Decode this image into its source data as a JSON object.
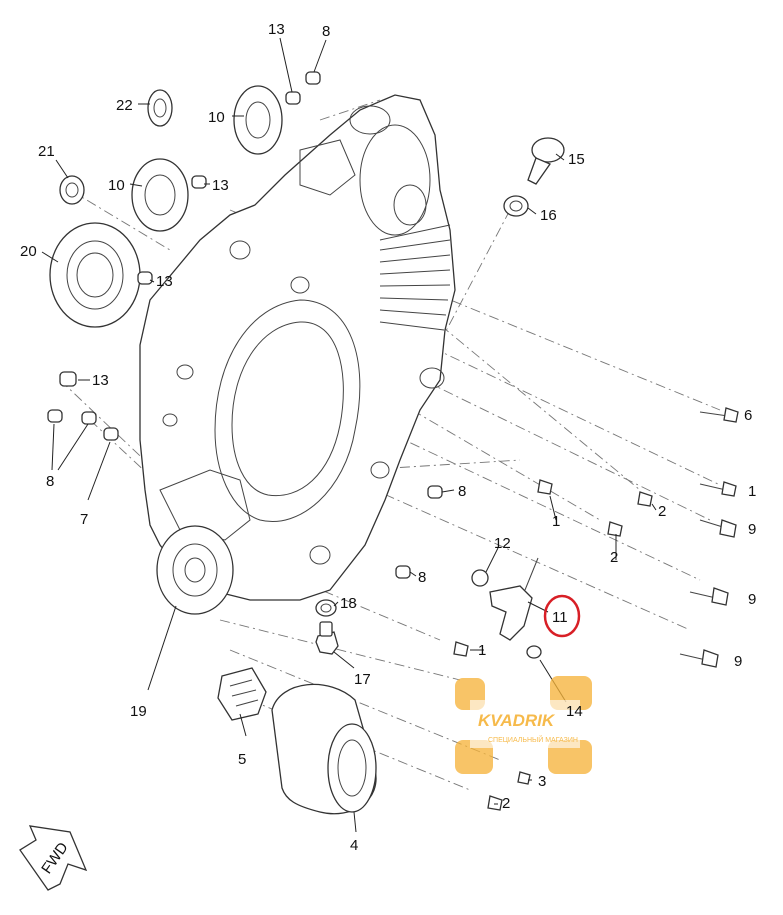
{
  "callouts": {
    "c1a": "1",
    "c1b": "1",
    "c1c": "1",
    "c2a": "2",
    "c2b": "2",
    "c2c": "2",
    "c3": "3",
    "c4": "4",
    "c5": "5",
    "c6": "6",
    "c7": "7",
    "c8a": "8",
    "c8b": "8",
    "c8c": "8",
    "c8d": "8",
    "c9a": "9",
    "c9b": "9",
    "c9c": "9",
    "c10a": "10",
    "c10b": "10",
    "c11": "11",
    "c12": "12",
    "c13a": "13",
    "c13b": "13",
    "c13c": "13",
    "c13d": "13",
    "c14": "14",
    "c15": "15",
    "c16": "16",
    "c17": "17",
    "c18": "18",
    "c19": "19",
    "c20": "20",
    "c21": "21",
    "c22": "22"
  },
  "highlight": {
    "color": "#d81f26",
    "callout": "11"
  },
  "direction_marker": "FWD",
  "watermark": {
    "brand": "KVADRIK",
    "tagline": "СПЕЦИАЛЬНЫЙ МАГАЗИН",
    "color": "#f6b338"
  }
}
